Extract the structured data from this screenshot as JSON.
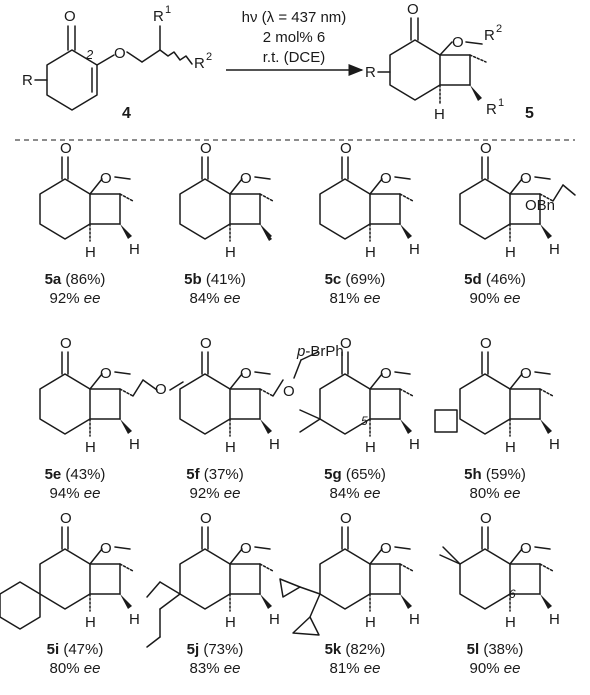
{
  "reaction": {
    "conditions": [
      "hν (λ = 437 nm)",
      "2 mol% 6",
      "r.t. (DCE)"
    ],
    "substrate_label": "4",
    "product_label": "5",
    "atoms": {
      "oxo": "O",
      "ether": "O",
      "r": "R",
      "r1": "R",
      "r1_sup": "1",
      "r2": "R",
      "r2_sup": "2",
      "position": "2",
      "h": "H"
    }
  },
  "entries": [
    {
      "id": "5a",
      "yield": "(86%)",
      "ee": "92%"
    },
    {
      "id": "5b",
      "yield": "(41%)",
      "ee": "84%"
    },
    {
      "id": "5c",
      "yield": "(69%)",
      "ee": "81%"
    },
    {
      "id": "5d",
      "yield": "(46%)",
      "ee": "90%",
      "substituent": "OBn"
    },
    {
      "id": "5e",
      "yield": "(43%)",
      "ee": "94%",
      "substituent": "O"
    },
    {
      "id": "5f",
      "yield": "(37%)",
      "ee": "92%",
      "substituent": "p-BrPh"
    },
    {
      "id": "5g",
      "yield": "(65%)",
      "ee": "84%",
      "position": "5"
    },
    {
      "id": "5h",
      "yield": "(59%)",
      "ee": "80%"
    },
    {
      "id": "5i",
      "yield": "(47%)",
      "ee": "80%"
    },
    {
      "id": "5j",
      "yield": "(73%)",
      "ee": "83%"
    },
    {
      "id": "5k",
      "yield": "(82%)",
      "ee": "81%"
    },
    {
      "id": "5l",
      "yield": "(38%)",
      "ee": "90%",
      "position": "6"
    }
  ],
  "ee_word": "ee"
}
